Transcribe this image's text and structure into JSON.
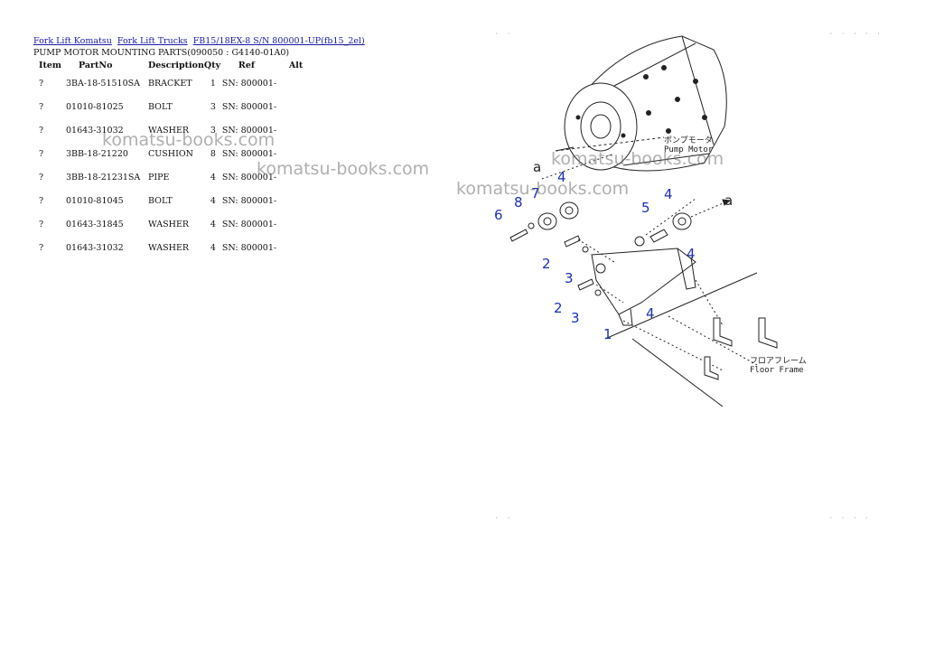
{
  "breadcrumb": {
    "links": [
      "Fork Lift Komatsu",
      "Fork Lift Trucks",
      "FB15/18EX-8 S/N 800001-UP(fb15_2el)"
    ]
  },
  "subtitle": "PUMP MOTOR MOUNTING PARTS(090050 : G4140-01A0)",
  "table": {
    "headers": [
      "Item",
      "PartNo",
      "Description",
      "Qty",
      "Ref",
      "Alt"
    ],
    "rows": [
      {
        "item": "?",
        "part_no": "3BA-18-51510SA",
        "description": "BRACKET",
        "qty": "1",
        "ref": "SN: 800001-",
        "alt": ""
      },
      {
        "item": "?",
        "part_no": "01010-81025",
        "description": "BOLT",
        "qty": "3",
        "ref": "SN: 800001-",
        "alt": ""
      },
      {
        "item": "?",
        "part_no": "01643-31032",
        "description": "WASHER",
        "qty": "3",
        "ref": "SN: 800001-",
        "alt": ""
      },
      {
        "item": "?",
        "part_no": "3BB-18-21220",
        "description": "CUSHION",
        "qty": "8",
        "ref": "SN: 800001-",
        "alt": ""
      },
      {
        "item": "?",
        "part_no": "3BB-18-21231SA",
        "description": "PIPE",
        "qty": "4",
        "ref": "SN: 800001-",
        "alt": ""
      },
      {
        "item": "?",
        "part_no": "01010-81045",
        "description": "BOLT",
        "qty": "4",
        "ref": "SN: 800001-",
        "alt": ""
      },
      {
        "item": "?",
        "part_no": "01643-31845",
        "description": "WASHER",
        "qty": "4",
        "ref": "SN: 800001-",
        "alt": ""
      },
      {
        "item": "?",
        "part_no": "01643-31032",
        "description": "WASHER",
        "qty": "4",
        "ref": "SN: 800001-",
        "alt": ""
      }
    ]
  },
  "watermark": "komatsu-books.com",
  "diagram": {
    "pump_motor_jp": "ポンプモータ",
    "pump_motor_en": "Pump Motor",
    "floor_frame_jp": "フロアフレーム",
    "floor_frame_en": "Floor Frame",
    "arrow_label": "a",
    "callouts": [
      "1",
      "2",
      "2",
      "3",
      "3",
      "4",
      "4",
      "4",
      "4",
      "5",
      "6",
      "7",
      "8"
    ]
  },
  "colors": {
    "link": "#1a1aa8",
    "callout": "#1a2fb8",
    "watermark": "#8a8a8a"
  }
}
